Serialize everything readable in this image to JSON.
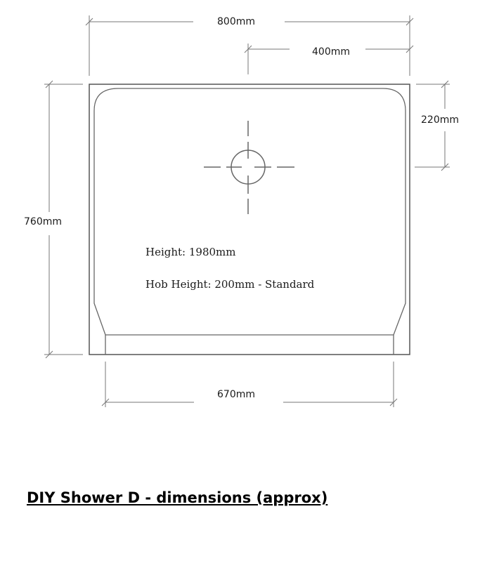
{
  "dimensions": {
    "top_width": "800mm",
    "top_offset": "400mm",
    "right_offset": "220mm",
    "left_depth": "760mm",
    "bottom_width": "670mm"
  },
  "notes": {
    "height": "Height: 1980mm",
    "hob_height": "Hob Height: 200mm - Standard"
  },
  "caption": "DIY Shower D - dimensions (approx)",
  "colors": {
    "line": "#555555",
    "dim_line": "#777777",
    "text": "#1a1a1a"
  }
}
